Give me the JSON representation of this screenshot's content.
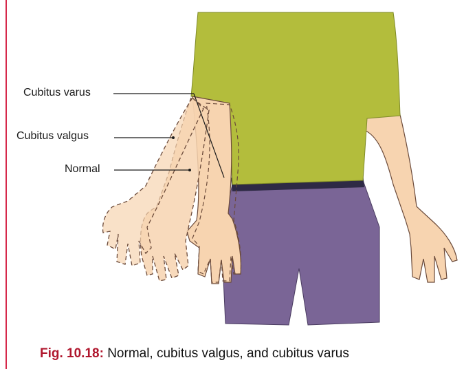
{
  "labels": {
    "cubitus_varus": "Cubitus varus",
    "cubitus_valgus": "Cubitus valgus",
    "normal": "Normal"
  },
  "caption": {
    "figure_number": "Fig. 10.18:",
    "text": "Normal, cubitus valgus, and cubitus varus"
  },
  "colors": {
    "shirt": "#b3bd3c",
    "pants": "#7a6596",
    "waistband": "#2e2a45",
    "skin": "#f7d4b0",
    "skin_outline": "#6b4a3a",
    "accent": "#d6284a",
    "caption_fig": "#b0172e"
  }
}
